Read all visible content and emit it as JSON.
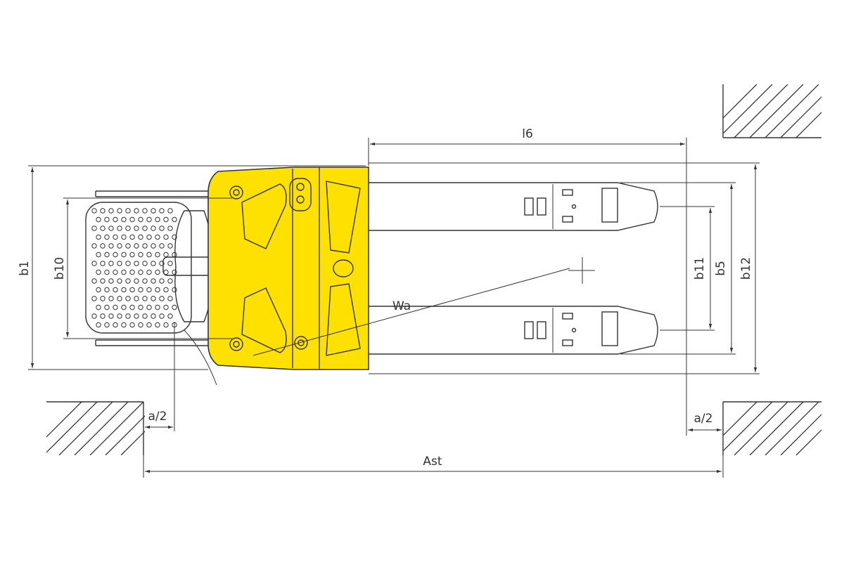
{
  "colors": {
    "line": "#333333",
    "body": "#ffe100",
    "background": "#ffffff"
  },
  "labels": {
    "l6": "l6",
    "b1": "b1",
    "b10": "b10",
    "b11": "b11",
    "b5": "b5",
    "b12": "b12",
    "wa": "Wa",
    "a2_left": "a/2",
    "a2_right": "a/2",
    "ast": "Ast"
  }
}
